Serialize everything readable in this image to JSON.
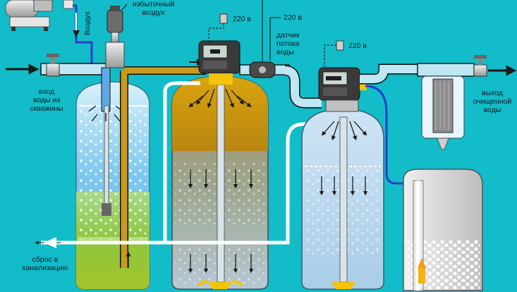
{
  "labels": {
    "air": "Воздух",
    "excess_air_line1": "избыточный",
    "excess_air_line2": "воздух",
    "power_1": "220 в",
    "power_2": "220 в",
    "power_3": "220 в",
    "flow_sensor_line1": "датчик",
    "flow_sensor_line2": "потока",
    "flow_sensor_line3": "воды",
    "inlet_line1": "вход",
    "inlet_line2": "воды из",
    "inlet_line3": "скважины",
    "outlet_line1": "выход",
    "outlet_line2": "очищенной",
    "outlet_line3": "воды",
    "drain_line1": "сброс в",
    "drain_line2": "канализацию"
  },
  "colors": {
    "background": "#12bcc8",
    "pipe_inlet": "#bfe6f3",
    "pipe_gold": "#c99a1c",
    "pipe_white": "#ffffff",
    "pipe_blue": "#2a3ec8",
    "aerator_water": "#8fd0ee",
    "aerator_sludge": "#8ec63f",
    "iron_filter_top": "#c8960e",
    "softener_media": "#b9d9ef",
    "brine_tank": "#d4d4d4",
    "control_head": "#3a3a3a",
    "lcd": "#c9d6d2"
  },
  "icons": [
    "compressor-icon",
    "air-release-valve-icon",
    "control-valve-icon",
    "flow-sensor-icon",
    "power-plug-icon",
    "ball-valve-icon",
    "cartridge-filter-icon",
    "brine-tank-icon"
  ]
}
